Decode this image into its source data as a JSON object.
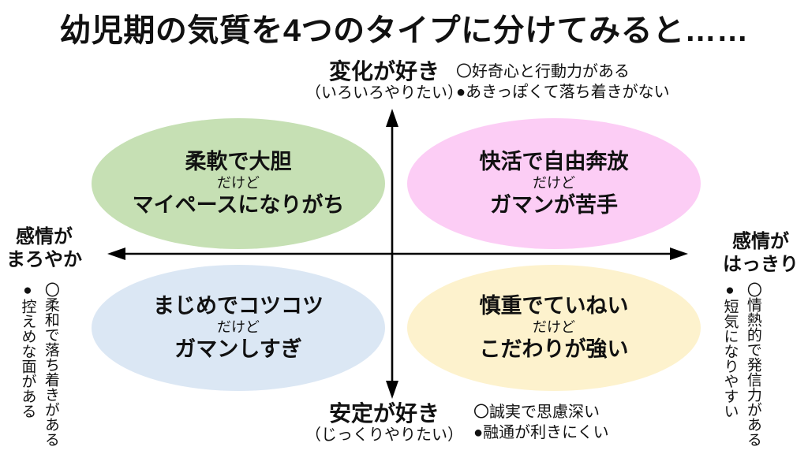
{
  "title": "幼児期の気質を4つのタイプに分けてみると……",
  "axes": {
    "top": {
      "label": "変化が好き",
      "sub": "（いろいろやりたい）",
      "positive": "〇好奇心と行動力がある",
      "negative": "●あきっぽくて落ち着きがない"
    },
    "bottom": {
      "label": "安定が好き",
      "sub": "（じっくりやりたい）",
      "positive": "〇誠実で思慮深い",
      "negative": "●融通が利きにくい"
    },
    "left": {
      "label_line1": "感情が",
      "label_line2": "まろやか",
      "positive": "〇柔和で落ち着きがある",
      "negative": "●控えめな面がある"
    },
    "right": {
      "label_line1": "感情が",
      "label_line2": "はっきり",
      "positive": "〇情熱的で発信力がある",
      "negative": "●短気になりやすい"
    }
  },
  "quadrants": {
    "top_left": {
      "trait": "柔軟で大胆",
      "connector": "だけど",
      "weakness": "マイペースになりがち",
      "color": "#c6e0b4"
    },
    "top_right": {
      "trait": "快活で自由奔放",
      "connector": "だけど",
      "weakness": "ガマンが苦手",
      "color": "#fccdf5"
    },
    "bottom_left": {
      "trait": "まじめでコツコツ",
      "connector": "だけど",
      "weakness": "ガマンしすぎ",
      "color": "#dbe7f4"
    },
    "bottom_right": {
      "trait": "慎重でていねい",
      "connector": "だけど",
      "weakness": "こだわりが強い",
      "color": "#fdf2cd"
    }
  },
  "colors": {
    "axis": "#000000",
    "text": "#111111",
    "background": "#ffffff"
  }
}
